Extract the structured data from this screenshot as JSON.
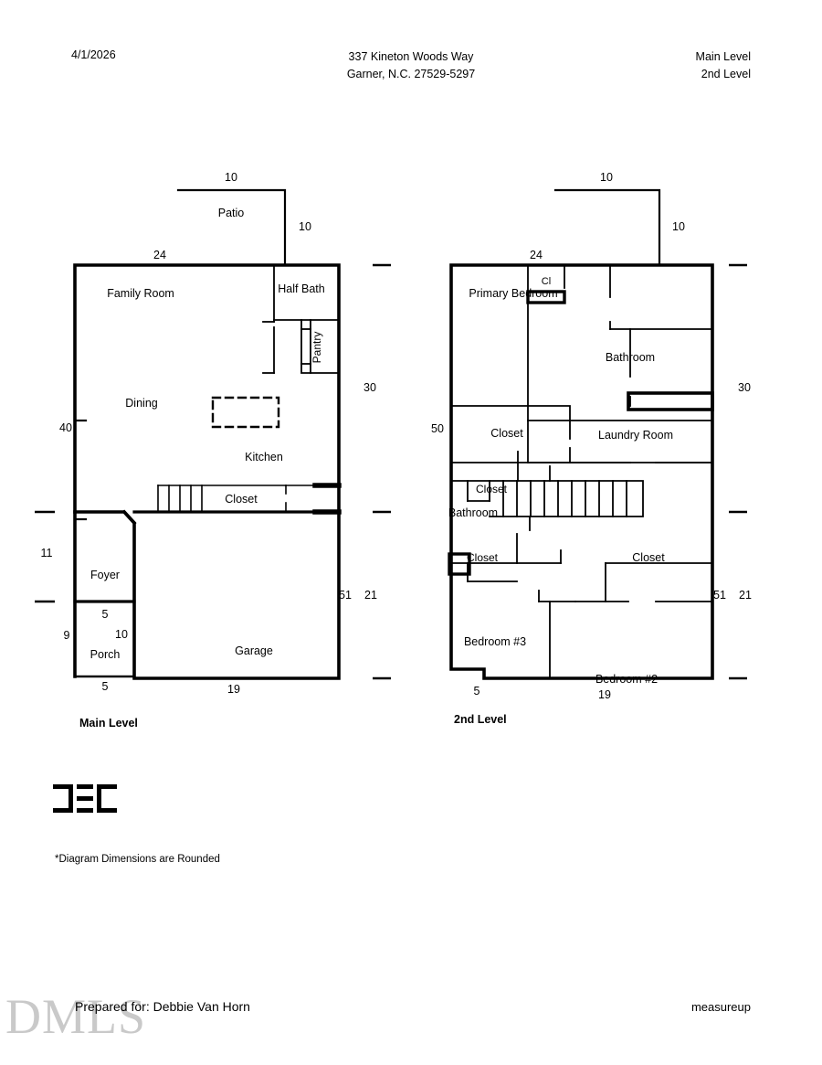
{
  "header": {
    "date": "4/1/2026",
    "address_line1": "337 Kineton Woods Way",
    "address_line2": "Garner, N.C. 27529-5297",
    "level_label_1": "Main Level",
    "level_label_2": "2nd Level"
  },
  "main_level": {
    "caption": "Main Level",
    "rooms": {
      "patio": "Patio",
      "family_room": "Family Room",
      "half_bath": "Half Bath",
      "pantry": "Pantry",
      "dining": "Dining",
      "kitchen": "Kitchen",
      "closet": "Closet",
      "foyer": "Foyer",
      "porch": "Porch",
      "garage": "Garage"
    },
    "dimensions": {
      "patio_top": "10",
      "patio_right": "10",
      "top_wall": "24",
      "right_upper": "30",
      "left_upper": "40",
      "left_mid": "11",
      "left_lower": "9",
      "foyer_width": "5",
      "porch_height": "10",
      "porch_bottom": "5",
      "garage_bottom": "19",
      "right_total_a": "51",
      "right_total_b": "21"
    }
  },
  "second_level": {
    "caption": "2nd Level",
    "rooms": {
      "primary_bedroom": "Primary Bedroom",
      "closet_small_top": "Cl",
      "bathroom_upper": "Bathroom",
      "laundry_room": "Laundry Room",
      "closet_primary": "Closet",
      "closet_hall_upper": "Closet",
      "bathroom_hall": "Bathroom",
      "closet_hall_lower": "Closet",
      "closet_bed2": "Closet",
      "bedroom_3": "Bedroom #3",
      "bedroom_2": "Bedroom #2"
    },
    "dimensions": {
      "bump_top": "10",
      "bump_right": "10",
      "top_wall": "24",
      "right_upper": "30",
      "left_total": "50",
      "bottom_left": "5",
      "bottom_main": "19",
      "right_total_a": "51",
      "right_total_b": "21"
    }
  },
  "footer": {
    "note": "*Diagram Dimensions are Rounded",
    "watermark": "DMLS",
    "prepared_for": "Prepared for: Debbie Van Horn",
    "brand": "measureup"
  },
  "colors": {
    "ink": "#000000",
    "paper": "#ffffff",
    "watermark": "#c9c9c9"
  }
}
